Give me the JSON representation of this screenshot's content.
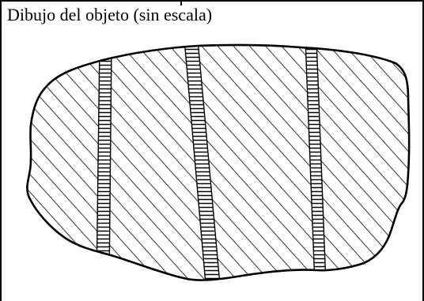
{
  "caption": "Dibujo del objeto (sin escala)",
  "colors": {
    "ink": "#000000",
    "background": "#ffffff"
  },
  "drawing": {
    "subject": "irregular slab with diagonal hatching crossed by three ribbed vertical bands",
    "band_count": 3
  }
}
